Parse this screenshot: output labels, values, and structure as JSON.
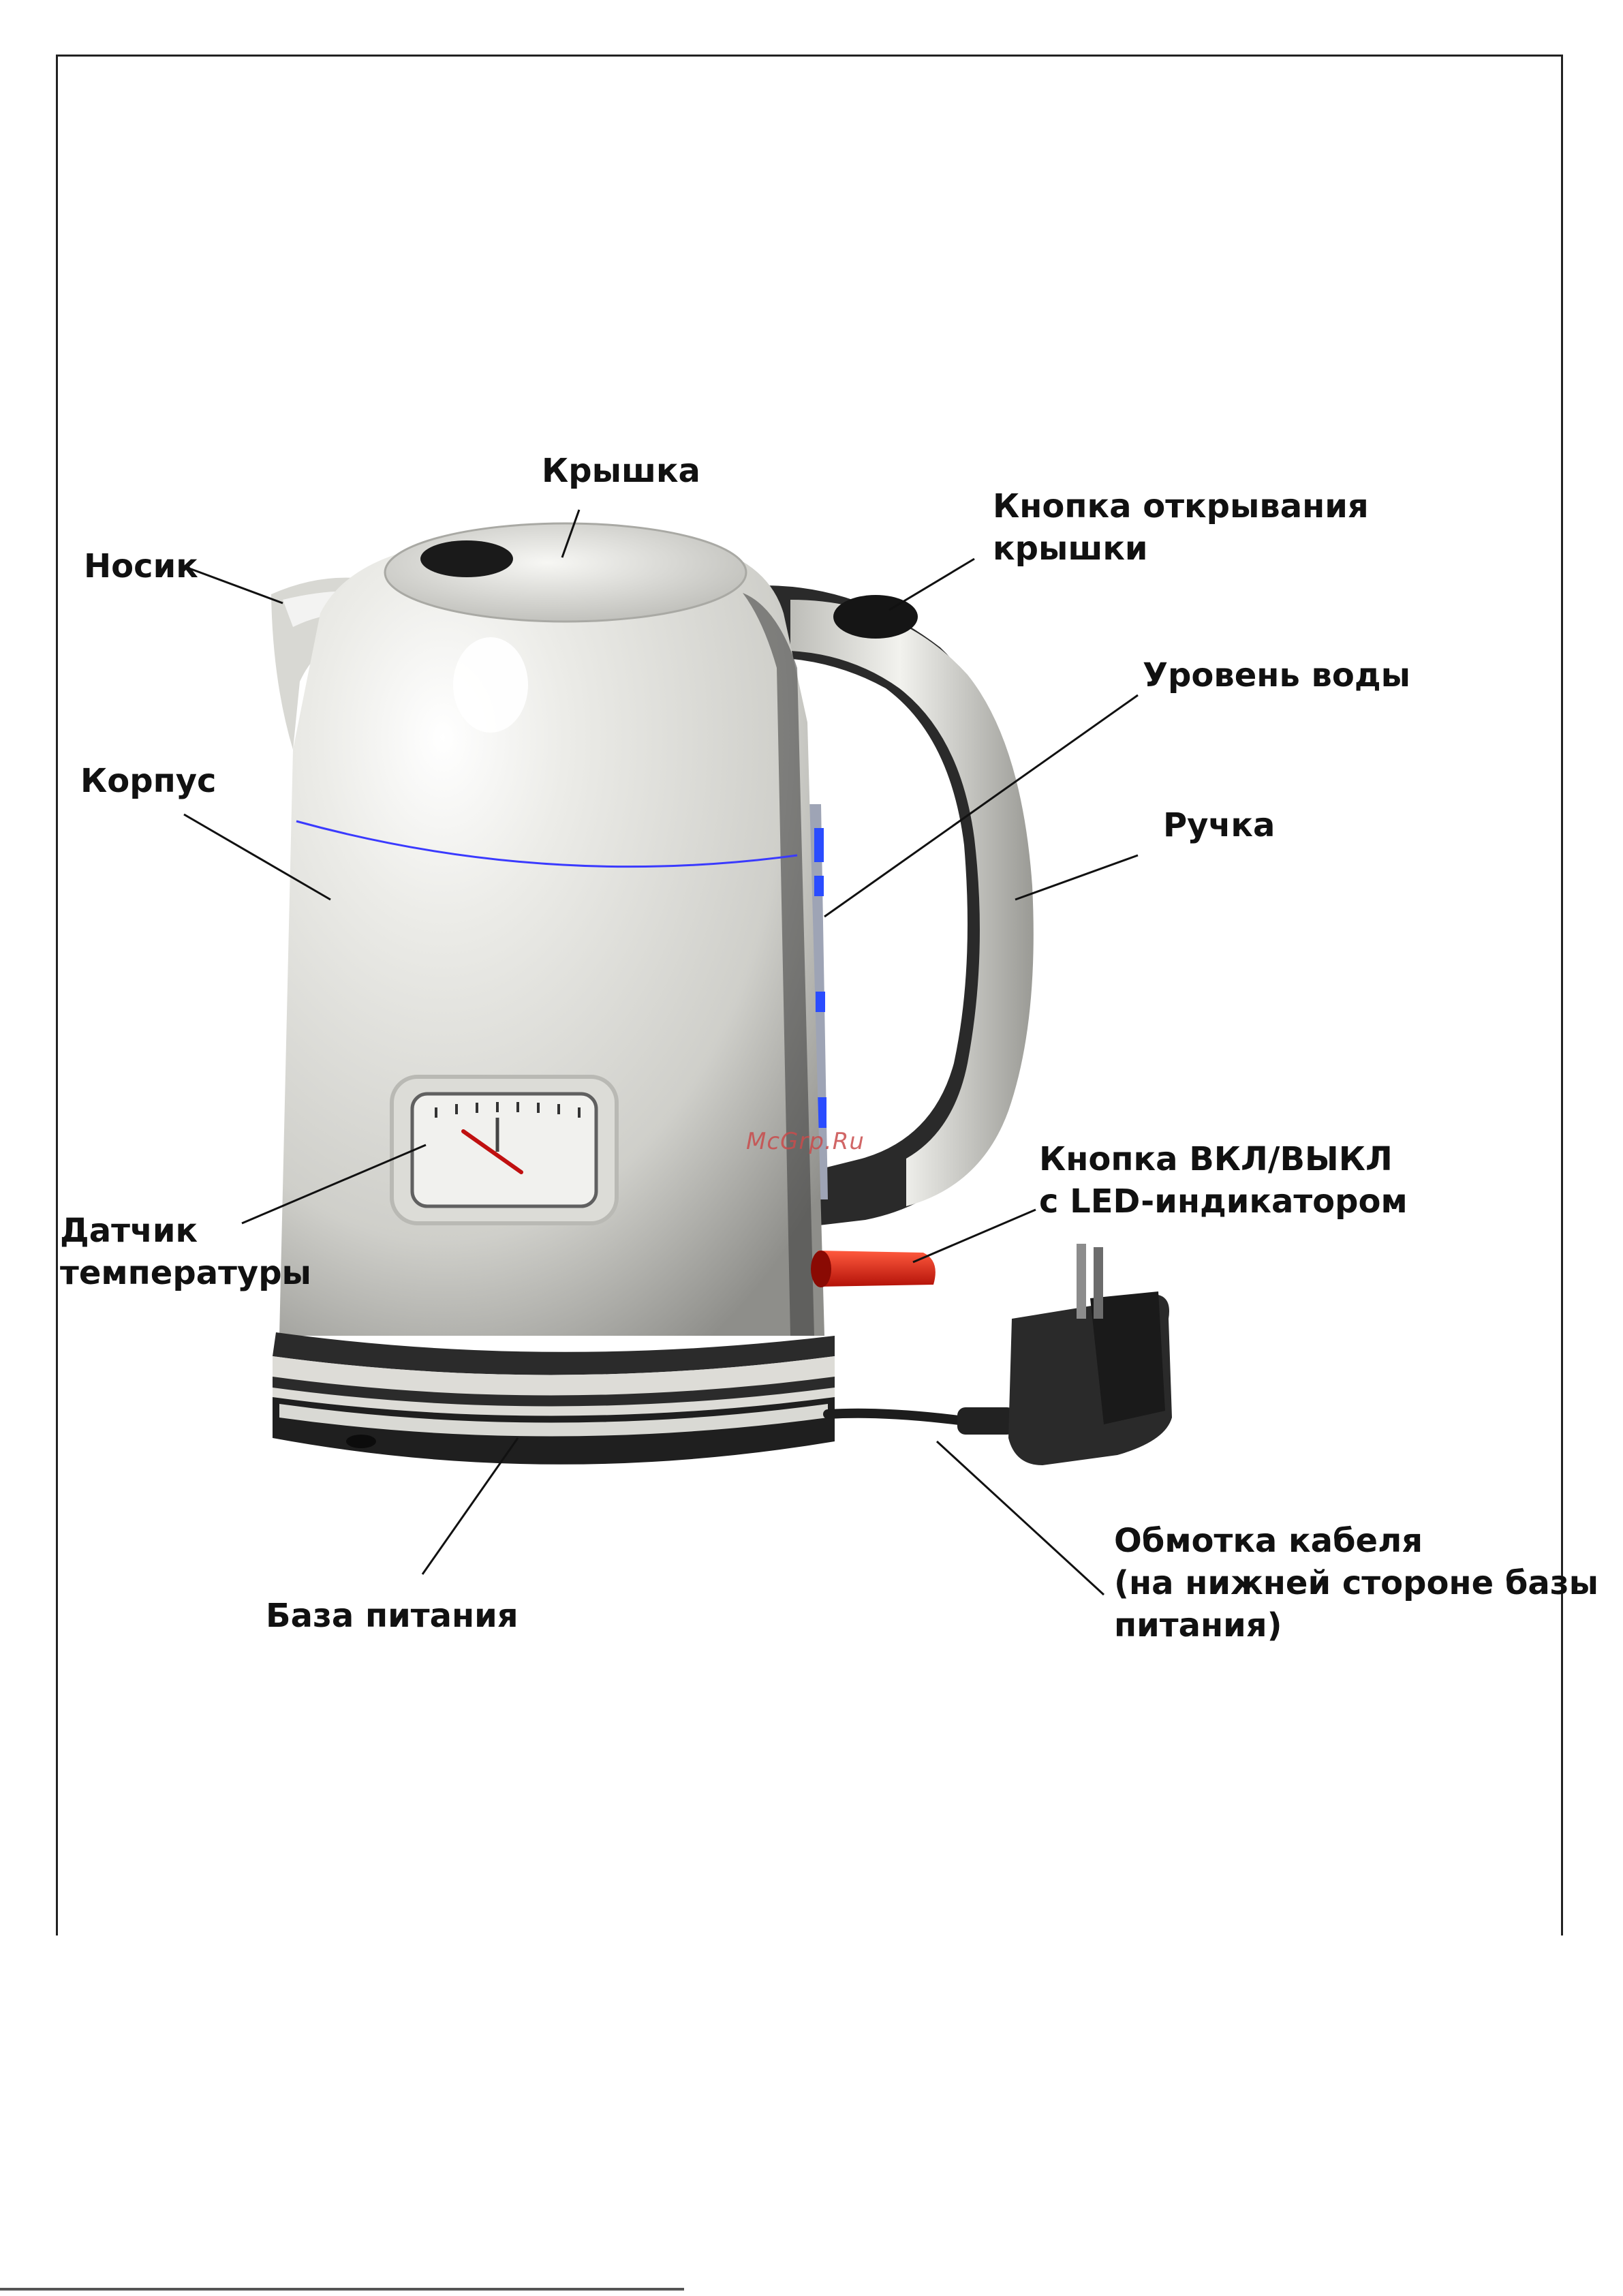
{
  "labels": {
    "lid": "Крышка",
    "spout": "Носик",
    "lid_button": [
      "Кнопка открывания",
      "крышки"
    ],
    "water_level": "Уровень воды",
    "body": "Корпус",
    "handle": "Ручка",
    "temp_sensor": [
      "Датчик",
      "температуры"
    ],
    "power_button": [
      "Кнопка ВКЛ/ВЫКЛ",
      "с LED-индикатором"
    ],
    "power_base": "База питания",
    "cable_wrap": [
      "Обмотка кабеля",
      "(на нижней стороне базы",
      "питания)"
    ]
  },
  "watermark": "McGrp.Ru",
  "colors": {
    "body": "#e4e4df",
    "dark_trim": "#2b2b2b",
    "water_level_led": "#2a4cff",
    "power_button": "#d81e0f",
    "seam_line": "#3a3aff"
  }
}
